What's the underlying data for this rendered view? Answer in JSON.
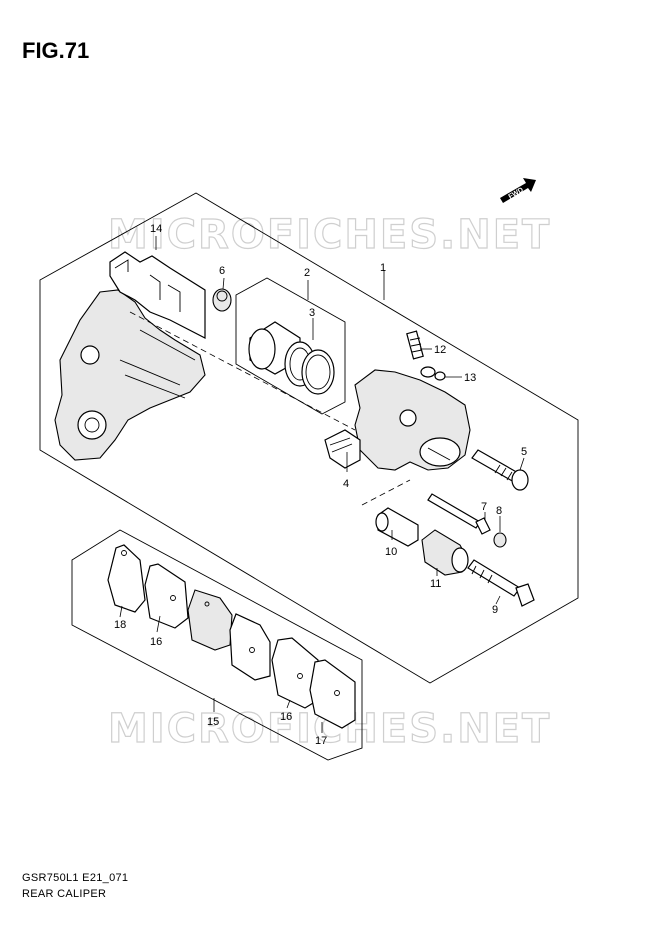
{
  "figure": {
    "title": "FIG.71",
    "code": "GSR750L1 E21_071",
    "name": "REAR CALIPER"
  },
  "watermark": {
    "text": "MICROFICHES.NET"
  },
  "direction_badge": {
    "text": "FWD"
  },
  "callouts": [
    "1",
    "2",
    "3",
    "4",
    "5",
    "6",
    "7",
    "8",
    "9",
    "10",
    "11",
    "12",
    "13",
    "14",
    "15",
    "16",
    "16",
    "17",
    "18"
  ]
}
